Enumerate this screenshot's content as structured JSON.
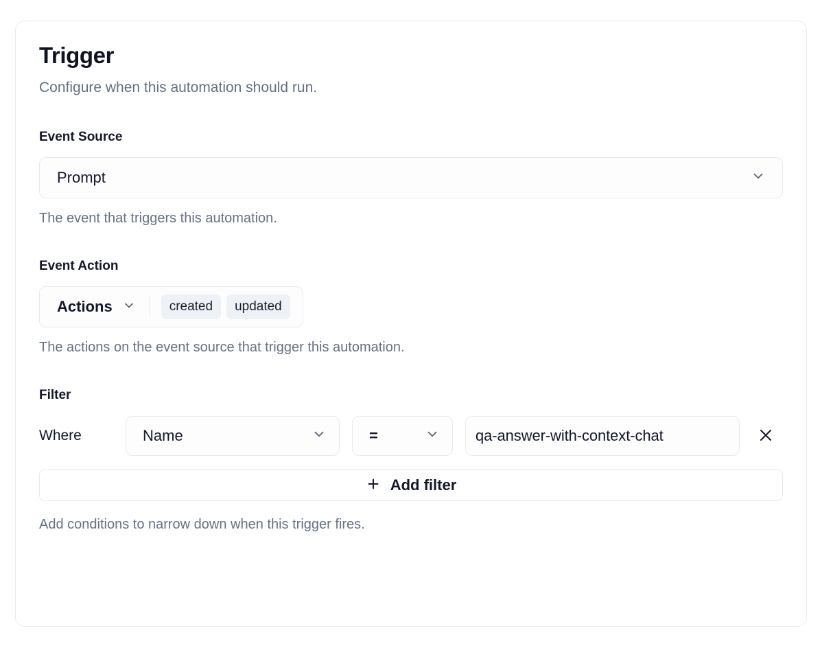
{
  "card": {
    "title": "Trigger",
    "subtitle": "Configure when this automation should run."
  },
  "event_source": {
    "label": "Event Source",
    "value": "Prompt",
    "help": "The event that triggers this automation.",
    "chevron_icon": "chevron-down-icon"
  },
  "event_action": {
    "label": "Event Action",
    "combo_label": "Actions",
    "chips": [
      "created",
      "updated"
    ],
    "help": "The actions on the event source that trigger this automation.",
    "chevron_icon": "chevron-down-icon"
  },
  "filter": {
    "label": "Filter",
    "where_label": "Where",
    "field_value": "Name",
    "operator_value": "=",
    "value_text": "qa-answer-with-context-chat",
    "remove_icon": "close-icon",
    "add_filter_label": "Add filter",
    "add_filter_icon": "plus-icon",
    "help": "Add conditions to narrow down when this trigger fires."
  },
  "colors": {
    "card_border": "#e7e9ef",
    "text_primary": "#14172a",
    "text_muted": "#657084",
    "chip_bg": "#eef1f6",
    "chevron": "#5a6478"
  }
}
